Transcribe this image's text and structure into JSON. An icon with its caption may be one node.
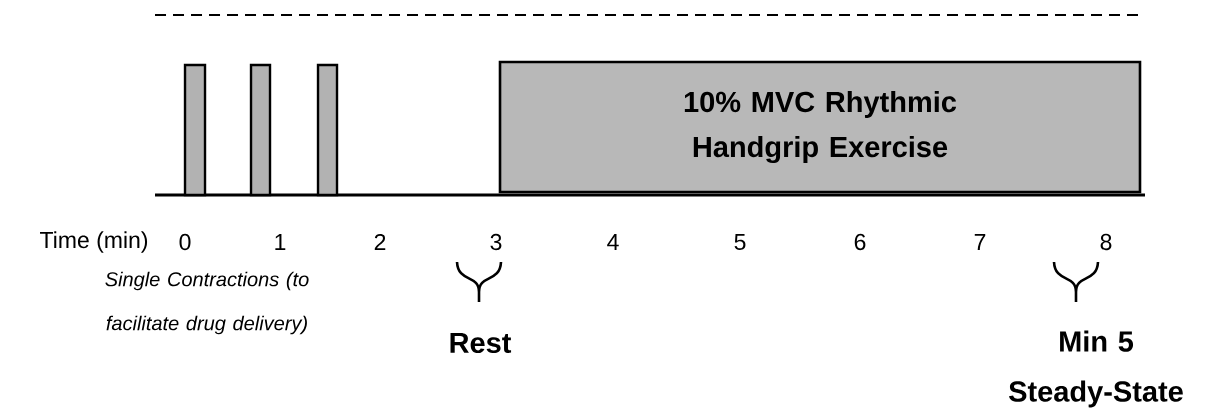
{
  "diagram": {
    "nodes": [
      {
        "text": [],
        "shape": "bar"
      },
      {
        "text": [],
        "shape": "bar"
      },
      {
        "text": [],
        "shape": "bar"
      },
      {
        "text": [
          "10% MVC Rhythmic Handgrip Exercise"
        ]
      }
    ],
    "labels": [
      "Time (min)",
      "0",
      "1",
      "2",
      "3",
      "4",
      "5",
      "6",
      "7",
      "8",
      "Single Contractions (to facilitate drug delivery)",
      "Rest",
      "Min 5 Steady-State"
    ]
  }
}
